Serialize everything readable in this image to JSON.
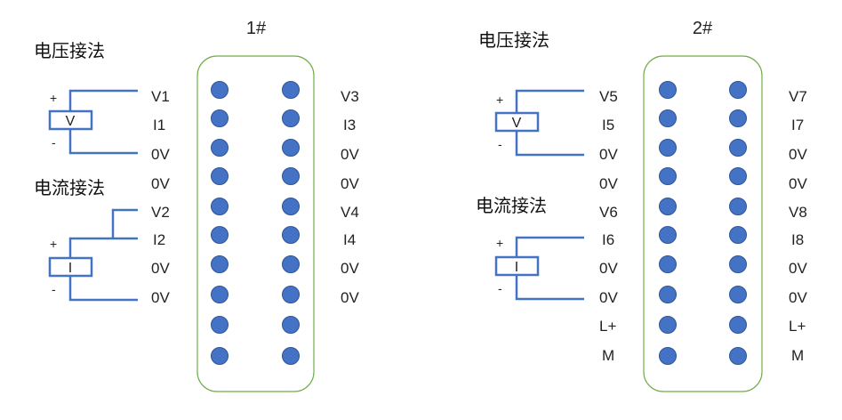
{
  "colors": {
    "wire": "#4472c4",
    "pin": "#4472c4",
    "board_outline": "#70ad47"
  },
  "boards": [
    {
      "title": "1#",
      "voltage_title": "电压接法",
      "current_title": "电流接法",
      "left_labels": [
        "V1",
        "I1",
        "0V",
        "0V",
        "V2",
        "I2",
        "0V",
        "0V"
      ],
      "right_labels": [
        "V3",
        "I3",
        "0V",
        "0V",
        "V4",
        "I4",
        "0V",
        "0V"
      ],
      "voltage_meter": "V",
      "current_meter": "I",
      "plus": "+",
      "minus": "-"
    },
    {
      "title": "2#",
      "voltage_title": "电压接法",
      "current_title": "电流接法",
      "left_labels": [
        "V5",
        "I5",
        "0V",
        "0V",
        "V6",
        "I6",
        "0V",
        "0V",
        "L+",
        "M"
      ],
      "right_labels": [
        "V7",
        "I7",
        "0V",
        "0V",
        "V8",
        "I8",
        "0V",
        "0V",
        "L+",
        "M"
      ],
      "voltage_meter": "V",
      "current_meter": "I",
      "plus": "+",
      "minus": "-"
    }
  ]
}
